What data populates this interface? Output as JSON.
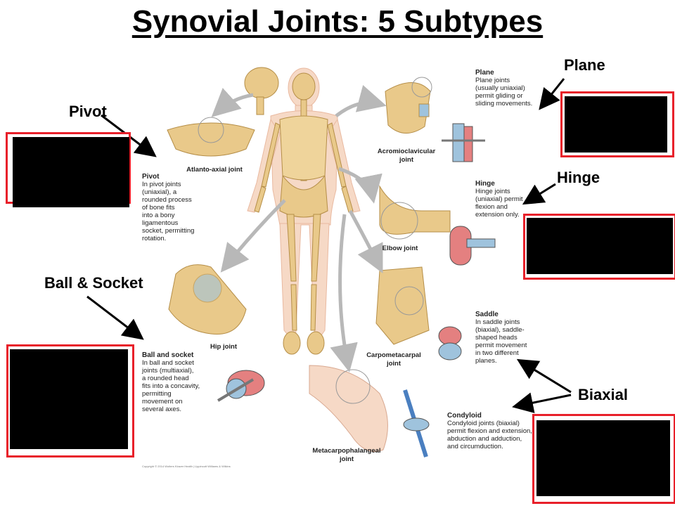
{
  "title": "Synovial Joints: 5 Subtypes",
  "callouts": {
    "pivot": "Pivot",
    "plane": "Plane",
    "hinge": "Hinge",
    "ball_socket": "Ball & Socket",
    "biaxial": "Biaxial"
  },
  "joint_labels": {
    "atlanto_axial": "Atlanto-axial joint",
    "acromioclavicular_1": "Acromioclavicular",
    "acromioclavicular_2": "joint",
    "elbow": "Elbow joint",
    "hip": "Hip joint",
    "carpometacarpal_1": "Carpometacarpal",
    "carpometacarpal_2": "joint",
    "metacarpophalangeal_1": "Metacarpophalangeal",
    "metacarpophalangeal_2": "joint"
  },
  "descriptions": {
    "pivot": {
      "heading": "Pivot",
      "lines": [
        "In pivot joints",
        "(uniaxial), a",
        "rounded process",
        "of bone fits",
        "into a bony",
        "ligamentous",
        "socket, permitting",
        "rotation."
      ]
    },
    "plane": {
      "heading": "Plane",
      "lines": [
        "Plane joints",
        "(usually uniaxial)",
        "permit gliding or",
        "sliding movements."
      ]
    },
    "hinge": {
      "heading": "Hinge",
      "lines": [
        "Hinge joints",
        "(uniaxial) permit",
        "flexion and",
        "extension only."
      ]
    },
    "ball_socket": {
      "heading": "Ball and socket",
      "lines": [
        "In ball and socket",
        "joints (multiaxial),",
        "a rounded head",
        "fits into a concavity,",
        "permitting",
        "movement on",
        "several axes."
      ]
    },
    "saddle": {
      "heading": "Saddle",
      "lines": [
        "In saddle joints",
        "(biaxial), saddle-",
        "shaped heads",
        "permit movement",
        "in two different",
        "planes."
      ]
    },
    "condyloid": {
      "heading": "Condyloid",
      "lines": [
        "Condyloid joints (biaxial)",
        "permit flexion and extension,",
        "abduction and adduction,",
        "and circumduction."
      ]
    }
  },
  "copyright": "Copyright © 2014 Wolters Kluwer Health | Lippincott Williams & Wilkins",
  "colors": {
    "bone": "#e9c98a",
    "body": "#f6d9c6",
    "red_box": "#e8202a",
    "arrow_gray": "#b8b8b8",
    "cartilage": "#9fc3dd"
  }
}
